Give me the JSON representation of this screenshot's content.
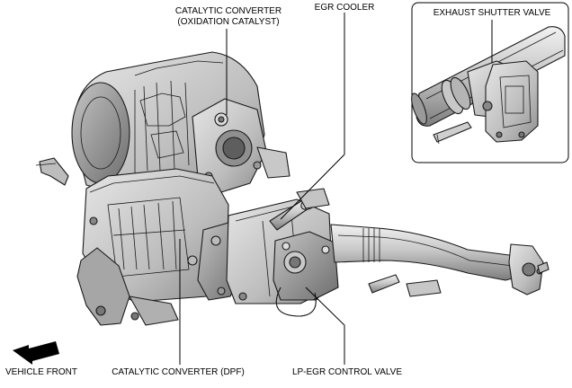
{
  "labels": {
    "catalytic_oxidation_line1": "CATALYTIC CONVERTER",
    "catalytic_oxidation_line2": "(OXIDATION CATALYST)",
    "egr_cooler": "EGR COOLER",
    "exhaust_shutter_valve": "EXHAUST SHUTTER VALVE",
    "vehicle_front": "VEHICLE FRONT",
    "catalytic_dpf": "CATALYTIC CONVERTER (DPF)",
    "lp_egr_control_valve": "LP-EGR CONTROL VALVE"
  },
  "colors": {
    "background": "#ffffff",
    "part_light": "#d9d9d9",
    "part_mid": "#b8b8b8",
    "part_dark": "#8c8c8c",
    "line": "#000000"
  }
}
